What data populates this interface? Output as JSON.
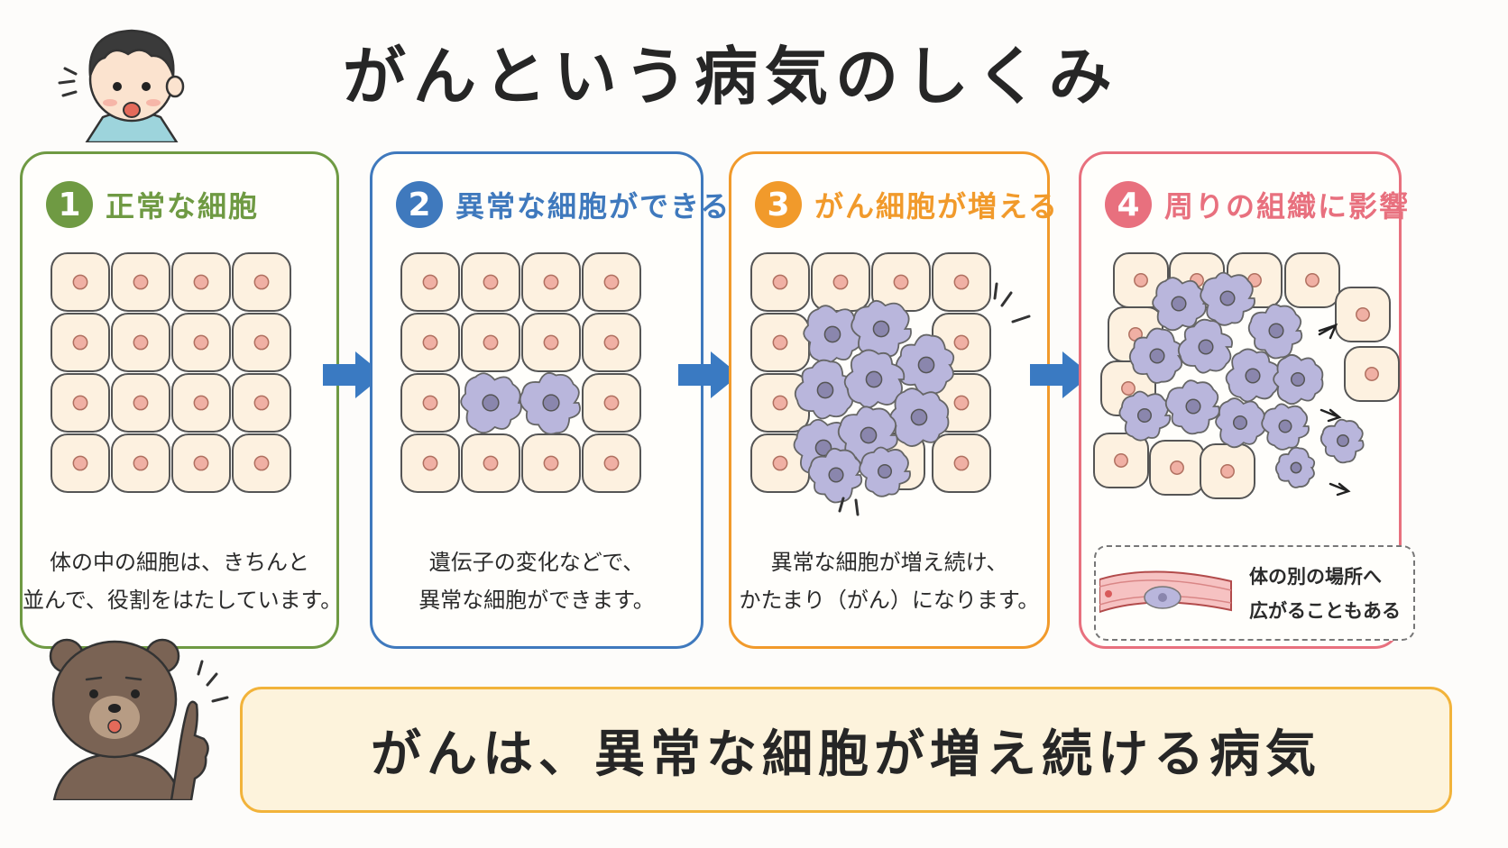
{
  "title": "がんという病気のしくみ",
  "steps": [
    {
      "number": "1",
      "title": "正常な細胞",
      "caption_line1": "体の中の細胞は、きちんと",
      "caption_line2": "並んで、役割をはたしています。",
      "color": "#6f9a43"
    },
    {
      "number": "2",
      "title": "異常な細胞ができる",
      "caption_line1": "遺伝子の変化などで、",
      "caption_line2": "異常な細胞ができます。",
      "color": "#3f79bd"
    },
    {
      "number": "3",
      "title": "がん細胞が増える",
      "caption_line1": "異常な細胞が増え続け、",
      "caption_line2": "かたまり（がん）になります。",
      "color": "#f19a2b"
    },
    {
      "number": "4",
      "title": "周りの組織に影響",
      "spread_line1": "体の別の場所へ",
      "spread_line2": "広がることもある",
      "color": "#e8707e"
    }
  ],
  "summary": "がんは、異常な細胞が増え続ける病気",
  "colors": {
    "normal_cell_fill": "#fdf1e0",
    "normal_cell_nucleus": "#f0b0a4",
    "cancer_cell_fill": "#b9b6dc",
    "cancer_cell_nucleus": "#8a86ad",
    "arrow": "#3a7ac2",
    "summary_border": "#f2b33a",
    "summary_fill": "#fdf3dc"
  },
  "icons": [
    "boy-surprised-icon",
    "bear-pointing-icon",
    "arrow-right-icon",
    "blood-vessel-icon"
  ]
}
